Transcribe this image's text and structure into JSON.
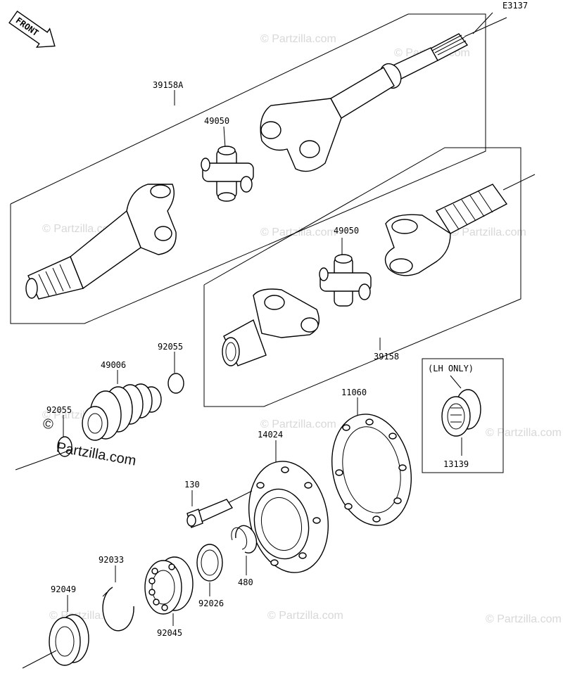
{
  "diagram_code": "E3137",
  "front_arrow_label": "FRONT",
  "lh_only_label": "(LH ONLY)",
  "watermark": "© Partzilla.com",
  "watermark_copy": "©",
  "watermark_site": "Partzilla.com",
  "callouts": {
    "p39158a": "39158A",
    "p49050_top": "49050",
    "p49050_mid": "49050",
    "p39158": "39158",
    "p92055_a": "92055",
    "p49006": "49006",
    "p92055_b": "92055",
    "p11060": "11060",
    "p14024": "14024",
    "p13139": "13139",
    "p130": "130",
    "p92033": "92033",
    "p480": "480",
    "p92026": "92026",
    "p92049": "92049",
    "p92045": "92045"
  }
}
